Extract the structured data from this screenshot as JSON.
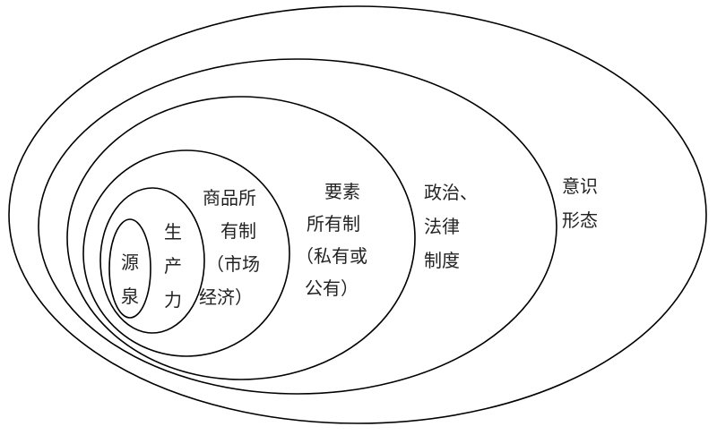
{
  "diagram": {
    "layers": [
      {
        "name": "ideology",
        "lines": [
          "意识",
          "形态"
        ]
      },
      {
        "name": "political-legal-system",
        "lines": [
          "政治、",
          "法律",
          "制度"
        ]
      },
      {
        "name": "factor-ownership",
        "lines": [
          "要素",
          "所有制",
          "（私有或",
          "公有）"
        ]
      },
      {
        "name": "commodity-ownership",
        "lines": [
          "商品所",
          "有制",
          "（市场",
          "经济）"
        ]
      },
      {
        "name": "productive-forces",
        "lines": [
          "生",
          "产",
          "力"
        ]
      },
      {
        "name": "source",
        "lines": [
          "源",
          "泉"
        ]
      }
    ],
    "stroke_color": "#000000"
  }
}
